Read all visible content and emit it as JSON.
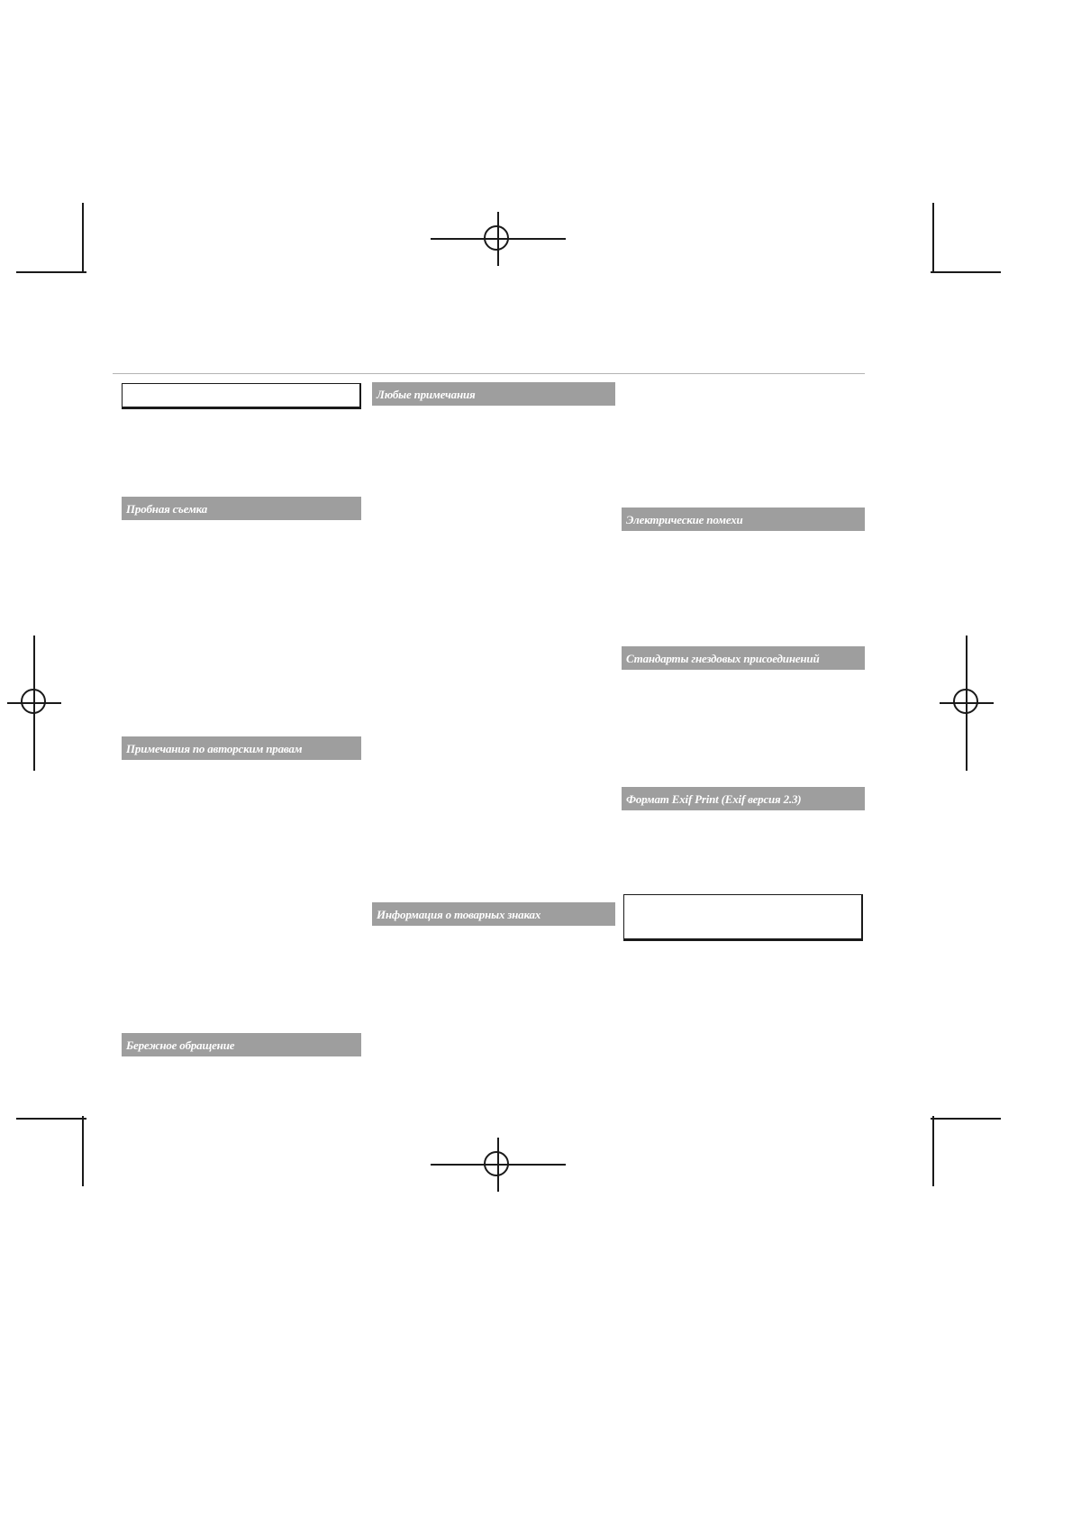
{
  "document": {
    "language": "ru",
    "kind": "print-proof-page",
    "page_background": "#ffffff",
    "section_bar_color": "#9e9e9e",
    "section_bar_text_color": "#ffffff",
    "rule_color": "#b3b3b3",
    "mark_color": "#1a1a1a"
  },
  "columns": {
    "left": {
      "sections": [
        {
          "label": "Пробная съемка"
        },
        {
          "label": "Примечания по авторским правам"
        },
        {
          "label": "Бережное обращение"
        }
      ],
      "boxes": [
        {
          "name": "notice-box",
          "content": ""
        }
      ]
    },
    "middle": {
      "sections": [
        {
          "label": "Любые примечания"
        },
        {
          "label": "Информация о товарных знаках"
        }
      ]
    },
    "right": {
      "sections": [
        {
          "label": "Электрические помехи"
        },
        {
          "label": "Стандарты гнездовых присоединений"
        },
        {
          "label": "Формат Exif Print (Exif версия 2.3)"
        }
      ],
      "boxes": [
        {
          "name": "exif-note-box",
          "content": ""
        }
      ]
    }
  },
  "marks": {
    "crop_marks": [
      {
        "name": "crop-mark-top-left"
      },
      {
        "name": "crop-mark-top-right"
      },
      {
        "name": "crop-mark-bottom-left"
      },
      {
        "name": "crop-mark-bottom-right"
      }
    ],
    "registration_targets": [
      {
        "name": "registration-target-top"
      },
      {
        "name": "registration-target-left"
      },
      {
        "name": "registration-target-right"
      },
      {
        "name": "registration-target-bottom"
      }
    ]
  }
}
